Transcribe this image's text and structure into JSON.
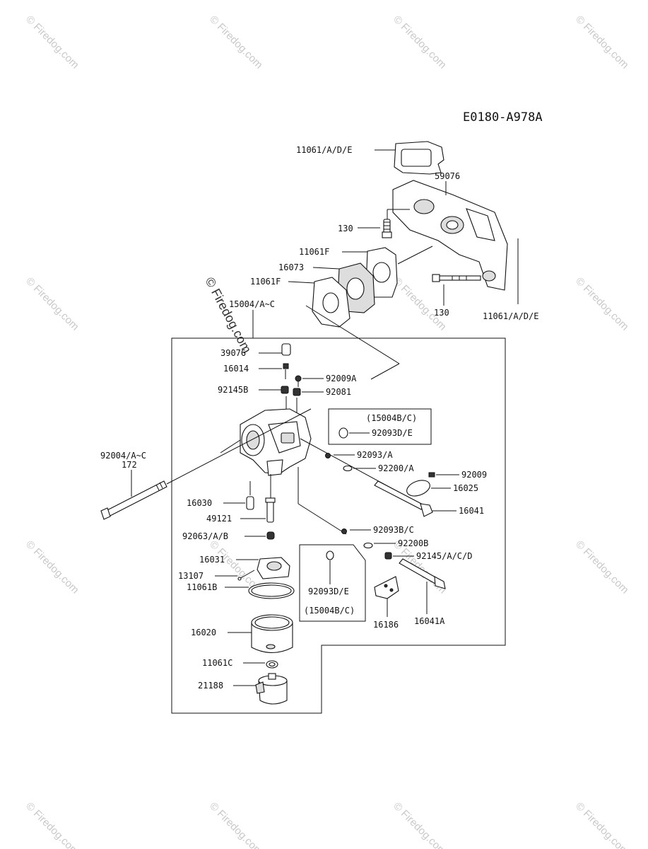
{
  "diagram_code": "E0180-A978A",
  "watermark": "© Firedog.com",
  "labels": {
    "l11061ade_top": "11061/A/D/E",
    "l59076": "59076",
    "l130_a": "130",
    "l11061f_a": "11061F",
    "l16073": "16073",
    "l11061f_b": "11061F",
    "l130_b": "130",
    "l11061ade_side": "11061/A/D/E",
    "l15004ac": "15004/A~C",
    "l39076": "39076",
    "l16014": "16014",
    "l92009a": "92009A",
    "l92145b": "92145B",
    "l92081": "92081",
    "l15004bc_a": "(15004B/C)",
    "l92093de_a": "92093D/E",
    "l92093a": "92093/A",
    "l92200a": "92200/A",
    "l92009": "92009",
    "l16025": "16025",
    "l16041": "16041",
    "l92004ac": "92004/A~C",
    "l172": "172",
    "l16030": "16030",
    "l49121": "49121",
    "l92063ab": "92063/A/B",
    "l92093bc": "92093B/C",
    "l92200b": "92200B",
    "l92145acd": "92145/A/C/D",
    "l16031": "16031",
    "l13107": "13107",
    "l11061b": "11061B",
    "l92093de_b": "92093D/E",
    "l15004bc_b": "(15004B/C)",
    "l16186": "16186",
    "l16041a": "16041A",
    "l16020": "16020",
    "l11061c": "11061C",
    "l21188": "21188"
  }
}
